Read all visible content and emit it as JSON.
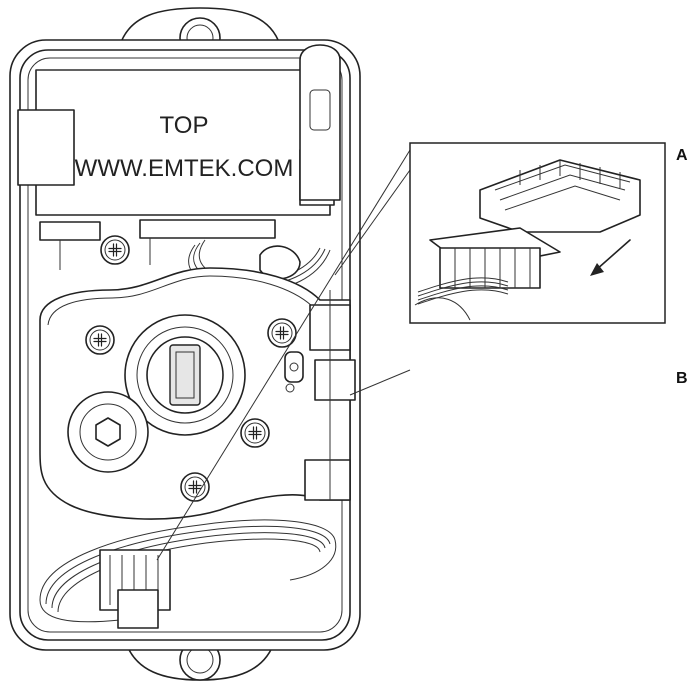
{
  "label_top": "TOP",
  "label_url": "WWW.EMTEK.COM",
  "callout_a": "A",
  "callout_b": "B"
}
